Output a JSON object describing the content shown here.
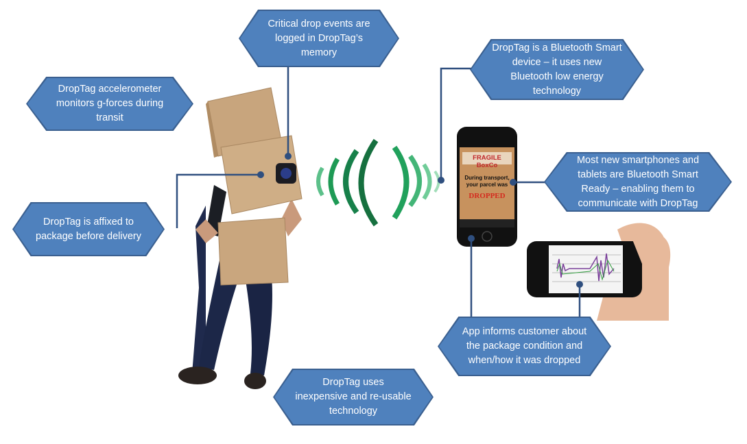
{
  "callouts": {
    "memory": "Critical drop events are logged in DropTag’s memory",
    "accelerometer": "DropTag accelerometer monitors g-forces during transit",
    "affixed": "DropTag  is affixed to package before delivery",
    "bluetooth": "DropTag is a Bluetooth Smart device – it uses new Bluetooth low energy technology",
    "smartphones": "Most new smartphones and tablets are Bluetooth Smart Ready – enabling them to communicate with DropTag",
    "app": "App informs customer about the package condition and when/how it was dropped",
    "reusable": "DropTag uses inexpensive  and re-usable technology"
  },
  "phone_screen": {
    "brand": "FRAGILE BoxCo",
    "message": "During transport, your parcel was",
    "status": "DROPPED"
  },
  "colors": {
    "callout_fill": "#4f81bd",
    "callout_border": "#3a5f8f",
    "connector": "#2f4f7f",
    "signal": "#1e9a55",
    "status": "#d42a1e"
  }
}
